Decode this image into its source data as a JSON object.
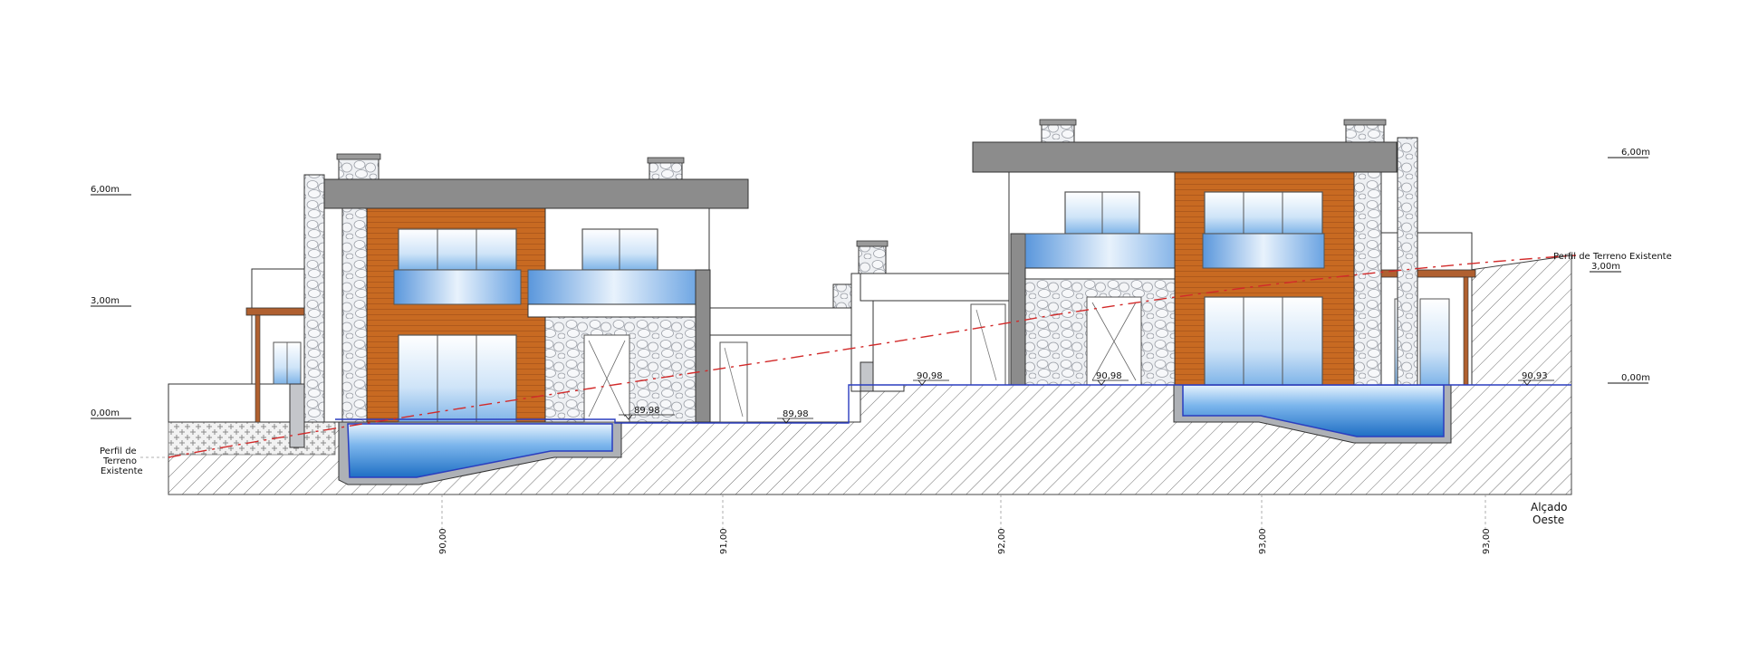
{
  "levels": {
    "left_6": "6,00m",
    "left_3": "3,00m",
    "left_0": "0,00m",
    "right_6": "6,00m",
    "right_3": "3,00m",
    "right_0": "0,00m"
  },
  "terrain": {
    "left_line1": "Perfil de",
    "left_line2": "Terreno",
    "left_line3": "Existente",
    "right": "Perfil de Terreno Existente"
  },
  "spot_elevations": {
    "e1": "89,98",
    "e2": "89,98",
    "e3": "90,98",
    "e4": "90,98",
    "e5": "90,93"
  },
  "stations": {
    "s1": "90,00",
    "s2": "91,00",
    "s3": "92,00",
    "s4": "93,00",
    "s5": "93,00"
  },
  "title": {
    "line1": "Alçado",
    "line2": "Oeste"
  },
  "colors": {
    "wood": "#c86a22",
    "roof": "#8c8c8c",
    "stone": "#ecedf0",
    "water": "#2f86d6",
    "glass": "#b8d8f5",
    "terrain_line": "#d22a2a",
    "level_line": "#2a3dbf"
  }
}
